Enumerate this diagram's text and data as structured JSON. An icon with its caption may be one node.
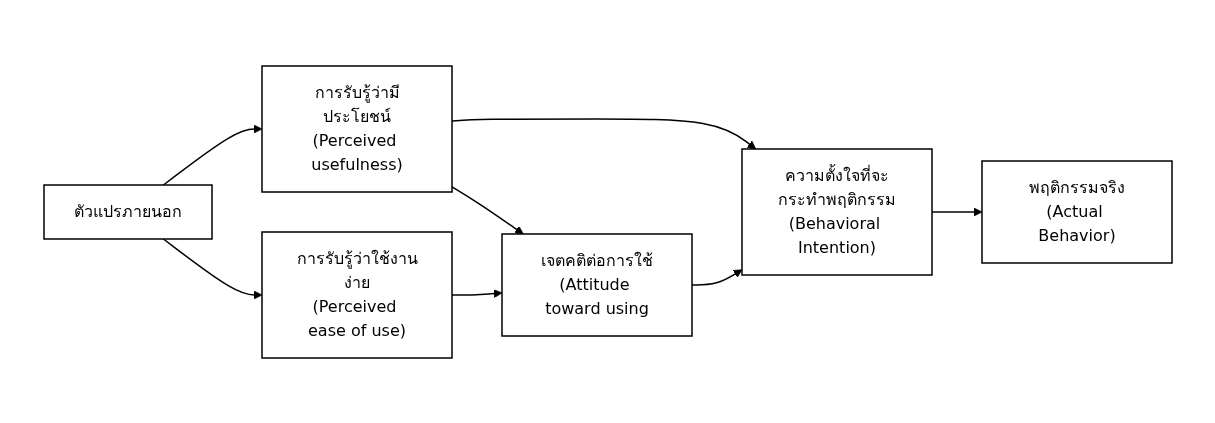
{
  "diagram": {
    "nodes": [
      {
        "text": [
          "ตัวแปรภายนอก"
        ]
      },
      {
        "text": [
          "การรับรู้ว่ามีประโยชน์",
          "(Perceived usefulness)"
        ]
      },
      {
        "text": [
          "การรับรู้ว่าใช้งานง่าย",
          "(Perceived ease of use)"
        ]
      },
      {
        "text": [
          "เจตคติต่อการใช้",
          "(Attitude toward using"
        ]
      },
      {
        "text": [
          "ความตั้งใจที่จะกระทำพฤติกรรม",
          "(Behavioral Intention)"
        ]
      },
      {
        "text": [
          "พฤติกรรมจริง",
          "(Actual Behavior)"
        ]
      }
    ],
    "edges": [
      {
        "from": 0,
        "to": 1,
        "arrow": "to"
      },
      {
        "from": 0,
        "to": 2,
        "arrow": "to"
      },
      {
        "from": 1,
        "to": 3,
        "arrow": "to"
      },
      {
        "from": 2,
        "to": 3,
        "arrow": "to"
      },
      {
        "from": 1,
        "to": 4,
        "arrow": "to"
      },
      {
        "from": 3,
        "to": 4,
        "arrow": "to"
      },
      {
        "from": 4,
        "to": 5,
        "arrow": "to"
      }
    ]
  }
}
